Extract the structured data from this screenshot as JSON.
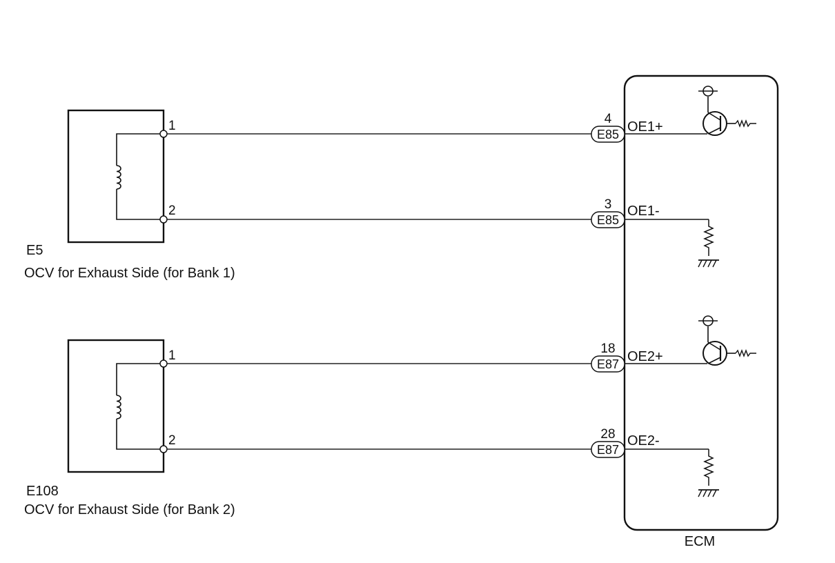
{
  "components": [
    {
      "id": "E5",
      "description": "OCV for Exhaust Side (for Bank 1)",
      "pins": [
        "1",
        "2"
      ]
    },
    {
      "id": "E108",
      "description": "OCV for Exhaust Side (for Bank 2)",
      "pins": [
        "1",
        "2"
      ]
    }
  ],
  "ecm": {
    "label": "ECM",
    "terminals": [
      {
        "connector": "E85",
        "pin": "4",
        "signal": "OE1+"
      },
      {
        "connector": "E85",
        "pin": "3",
        "signal": "OE1-"
      },
      {
        "connector": "E87",
        "pin": "18",
        "signal": "OE2+"
      },
      {
        "connector": "E87",
        "pin": "28",
        "signal": "OE2-"
      }
    ]
  },
  "line_color": "#222222",
  "symbols": [
    "coil-icon",
    "transistor-icon",
    "resistor-icon",
    "ground-icon",
    "power-supply-icon"
  ]
}
